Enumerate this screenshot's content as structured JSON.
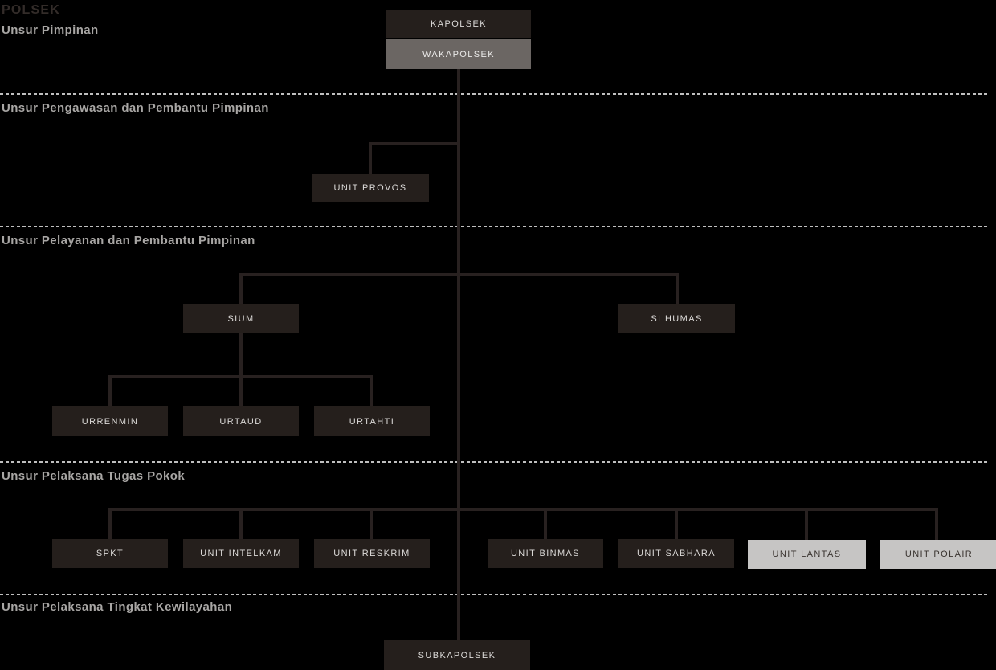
{
  "page_title": "POLSEK",
  "colors": {
    "background": "#000000",
    "box_dark": "#251f1c",
    "box_gray": "#6b6663",
    "box_light": "#c6c5c4",
    "box_dark_text": "#dcdad8",
    "box_light_text": "#39332f",
    "connector_line": "#282120",
    "separator_dash": "#bfbfbf",
    "section_label_text": "#a8a6a4",
    "title_text": "#332c29"
  },
  "sections": [
    {
      "label": "Unsur Pimpinan"
    },
    {
      "label": "Unsur Pengawasan dan Pembantu Pimpinan"
    },
    {
      "label": "Unsur Pelayanan dan Pembantu Pimpinan"
    },
    {
      "label": "Unsur Pelaksana Tugas Pokok"
    },
    {
      "label": "Unsur Pelaksana Tingkat Kewilayahan"
    }
  ],
  "nodes": {
    "kapolsek": {
      "label": "KAPOLSEK",
      "variant": "dark"
    },
    "wakapolsek": {
      "label": "WAKAPOLSEK",
      "variant": "gray"
    },
    "unit_provos": {
      "label": "UNIT PROVOS",
      "variant": "dark"
    },
    "sium": {
      "label": "SIUM",
      "variant": "dark"
    },
    "si_humas": {
      "label": "SI HUMAS",
      "variant": "dark"
    },
    "urrenmin": {
      "label": "URRENMIN",
      "variant": "dark"
    },
    "urtaud": {
      "label": "URTAUD",
      "variant": "dark"
    },
    "urtahti": {
      "label": "URTAHTI",
      "variant": "dark"
    },
    "spkt": {
      "label": "SPKT",
      "variant": "dark"
    },
    "unit_intelkam": {
      "label": "UNIT INTELKAM",
      "variant": "dark"
    },
    "unit_reskrim": {
      "label": "UNIT RESKRIM",
      "variant": "dark"
    },
    "unit_binmas": {
      "label": "UNIT BINMAS",
      "variant": "dark"
    },
    "unit_sabhara": {
      "label": "UNIT SABHARA",
      "variant": "dark"
    },
    "unit_lantas": {
      "label": "UNIT LANTAS",
      "variant": "light"
    },
    "unit_polair": {
      "label": "UNIT POLAIR",
      "variant": "light"
    },
    "subkapolsek": {
      "label": "SUBKAPOLSEK",
      "variant": "dark"
    }
  }
}
